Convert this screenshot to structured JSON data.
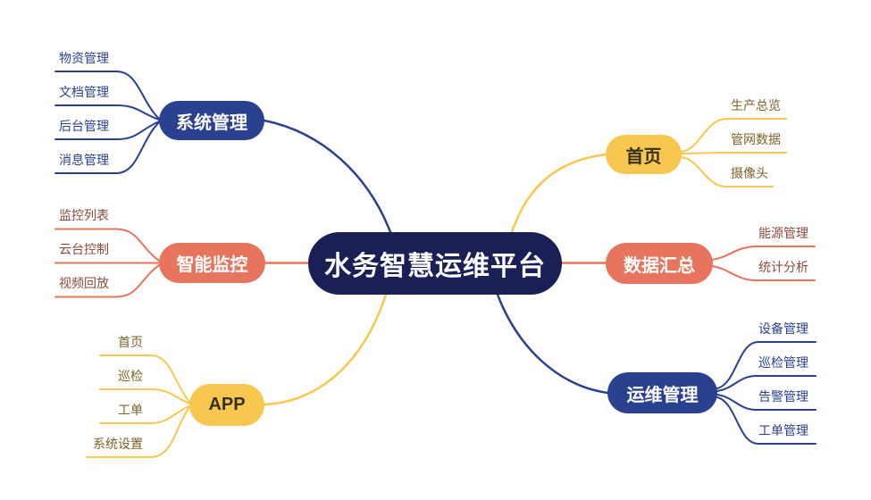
{
  "central": {
    "label": "水务智慧运维平台"
  },
  "branches": [
    {
      "label": "系统管理",
      "color": "#2a4190",
      "children": [
        "物资管理",
        "文档管理",
        "后台管理",
        "消息管理"
      ]
    },
    {
      "label": "智能监控",
      "color": "#e7745c",
      "children": [
        "监控列表",
        "云台控制",
        "视频回放"
      ]
    },
    {
      "label": "APP",
      "color": "#f8c74f",
      "children": [
        "首页",
        "巡检",
        "工单",
        "系统设置"
      ]
    },
    {
      "label": "首页",
      "color": "#f8c74f",
      "children": [
        "生产总览",
        "管网数据",
        "摄像头"
      ]
    },
    {
      "label": "数据汇总",
      "color": "#e7745c",
      "children": [
        "能源管理",
        "统计分析"
      ]
    },
    {
      "label": "运维管理",
      "color": "#2a4190",
      "children": [
        "设备管理",
        "巡检管理",
        "告警管理",
        "工单管理"
      ]
    }
  ],
  "colors": {
    "central_bg": "#1a1f55",
    "blue": "#2a4190",
    "salmon": "#e7745c",
    "yellow": "#f8c74f",
    "blue_child_text": "#2a4190",
    "salmon_child_text": "#8a4a3a",
    "yellow_child_text": "#7d6228"
  }
}
